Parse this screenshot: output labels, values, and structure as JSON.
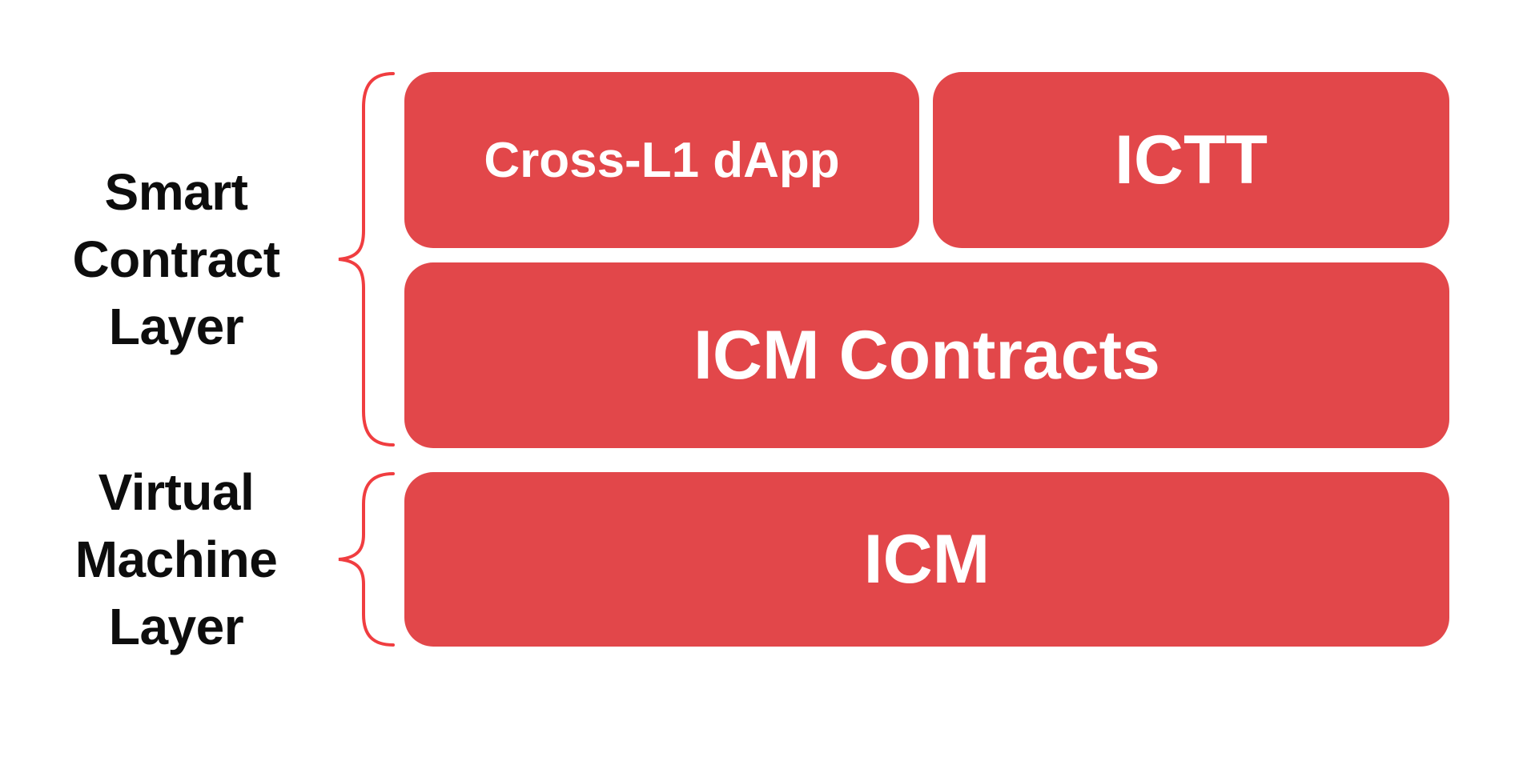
{
  "diagram_title": "ICM layered architecture diagram",
  "labels": {
    "smart_contract_layer": "Smart\nContract\nLayer",
    "virtual_machine_layer": "Virtual\nMachine\nLayer"
  },
  "boxes": {
    "cross_l1_dapp": "Cross-L1 dApp",
    "ictt": "ICTT",
    "icm_contracts": "ICM Contracts",
    "icm": "ICM"
  },
  "icons": {
    "smart_contract_brace": "curly-brace-left",
    "virtual_machine_brace": "curly-brace-left"
  },
  "colors": {
    "box_red": "#e2474a",
    "brace_red": "#f03d40",
    "label_black": "#0d0d0d",
    "box_text": "#ffffff",
    "background": "#ffffff"
  }
}
